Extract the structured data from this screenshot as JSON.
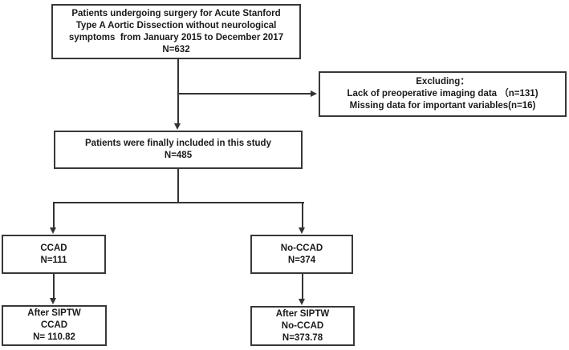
{
  "colors": {
    "background": "#ffffff",
    "box_border": "#383838",
    "line": "#333333",
    "text": "#1a1a1a"
  },
  "flowchart": {
    "boxes": {
      "enrollment": {
        "lines": [
          "Patients undergoing surgery for Acute Stanford",
          "Type A Aortic Dissection without neurological",
          "symptoms  from January 2015 to December 2017",
          "N=632"
        ]
      },
      "excluding": {
        "lines": [
          "Excluding：",
          "Lack of preoperative imaging data （n=131)",
          "Missing data for important variables(n=16)"
        ]
      },
      "included": {
        "lines": [
          "Patients were finally included in this study",
          "N=485"
        ]
      },
      "ccad": {
        "lines": [
          "CCAD",
          "N=111"
        ]
      },
      "no_ccad": {
        "lines": [
          "No-CCAD",
          "N=374"
        ]
      },
      "after_siptw_ccad": {
        "lines": [
          "After SIPTW",
          "CCAD",
          "N= 110.82"
        ]
      },
      "after_siptw_no_ccad": {
        "lines": [
          "After SIPTW",
          "No-CCAD",
          "N=373.78"
        ]
      }
    },
    "edges": [
      {
        "from": "enrollment",
        "to": "included",
        "type": "arrow-down"
      },
      {
        "from": "enrollment",
        "to": "excluding",
        "type": "arrow-right-branch"
      },
      {
        "from": "included",
        "to": "ccad",
        "type": "arrow-down"
      },
      {
        "from": "included",
        "to": "no_ccad",
        "type": "arrow-down"
      },
      {
        "from": "ccad",
        "to": "after_siptw_ccad",
        "type": "arrow-down"
      },
      {
        "from": "no_ccad",
        "to": "after_siptw_no_ccad",
        "type": "arrow-down"
      }
    ]
  }
}
